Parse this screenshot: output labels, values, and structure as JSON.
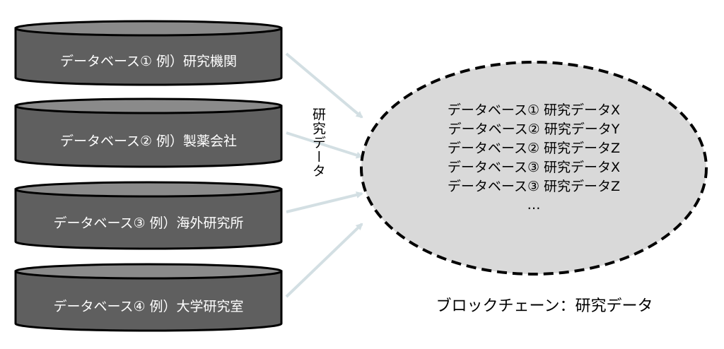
{
  "databases": [
    {
      "label": "データベース① 例）研究機関"
    },
    {
      "label": "データベース② 例）製薬会社"
    },
    {
      "label": "データベース③ 例）海外研究所"
    },
    {
      "label": "データベース④ 例）大学研究室"
    }
  ],
  "arrow_label": "研究データ",
  "blockchain": {
    "records": [
      "データベース① 研究データX",
      "データベース② 研究データY",
      "データベース② 研究データZ",
      "データベース③ 研究データX",
      "データベース③ 研究データZ",
      "…"
    ],
    "caption": "ブロックチェーン：研究データ"
  },
  "colors": {
    "cylinder_body": "#5f5f5f",
    "cylinder_top": "#8a8a8a",
    "arrow": "#d3dfe3",
    "ellipse_fill": "#d9d9d9"
  }
}
